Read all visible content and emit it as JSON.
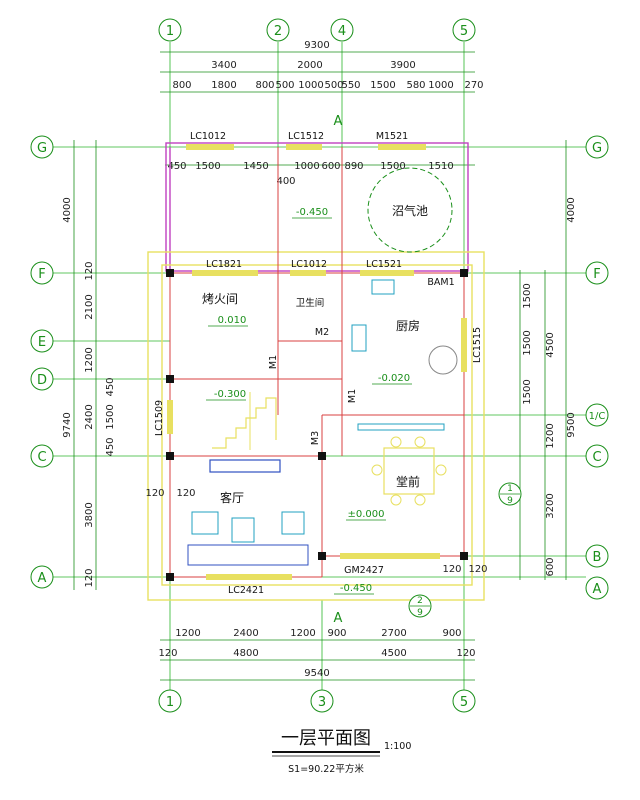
{
  "title": {
    "main": "一层平面图",
    "scale": "1:100",
    "area": "S1=90.22平方米"
  },
  "axes": {
    "top": [
      "1",
      "2",
      "4",
      "5"
    ],
    "bottom": [
      "1",
      "3",
      "5"
    ],
    "left": [
      "G",
      "F",
      "E",
      "D",
      "C",
      "A"
    ],
    "right": [
      "G",
      "F",
      "1/C",
      "C",
      "B",
      "A"
    ]
  },
  "dims": {
    "top_total": "9300",
    "top_mid": [
      "3400",
      "2000",
      "3900"
    ],
    "top_fine": [
      "800",
      "1800",
      "800",
      "500",
      "1000",
      "500",
      "550",
      "1500",
      "580",
      "1000",
      "270"
    ],
    "top_window": [
      "450",
      "1500",
      "1450",
      "1000",
      "600",
      "890",
      "1500",
      "1510"
    ],
    "top_400": "400",
    "bottom_fine": [
      "1200",
      "2400",
      "1200",
      "900",
      "2700",
      "900"
    ],
    "bottom_mid": [
      "120",
      "4800",
      "4500",
      "120"
    ],
    "bottom_total": "9540",
    "left_outer": [
      "4000",
      "9740"
    ],
    "left_inner": [
      "120",
      "2100",
      "1200",
      "450",
      "2400",
      "1500",
      "450",
      "3800",
      "120"
    ],
    "left_row_120": [
      "120",
      "120"
    ],
    "right_outer": [
      "4000",
      "4500",
      "9500"
    ],
    "right_inner": [
      "1500",
      "1500",
      "1500",
      "1200",
      "3200",
      "600"
    ],
    "right_row_120": [
      "120",
      "120"
    ]
  },
  "windows": {
    "lc1012_a": "LC1012",
    "lc1512": "LC1512",
    "m1521": "M1521",
    "lc1821": "LC1821",
    "lc1012_b": "LC1012",
    "lc1521": "LC1521",
    "bam1": "BAM1",
    "lc1515": "LC1515",
    "lc1509": "LC1509",
    "lc2421": "LC2421",
    "gm2427": "GM2427"
  },
  "doors": {
    "m1_a": "M1",
    "m2": "M2",
    "m1_b": "M1",
    "m3": "M3"
  },
  "rooms": {
    "biogas": "沼气池",
    "roasting": "烤火间",
    "toilet": "卫生间",
    "kitchen": "厨房",
    "hall": "堂前",
    "living": "客厅"
  },
  "levels": {
    "biogas": "-0.450",
    "roasting": "0.010",
    "kitchen": "-0.020",
    "stair": "-0.300",
    "hall": "±0.000",
    "outside": "-0.450"
  },
  "section_marks": {
    "a_top": "A",
    "a_bottom": "A"
  },
  "detail_marks": {
    "d1_num": "1",
    "d1_den": "9",
    "d2_num": "2",
    "d2_den": "9"
  },
  "colors": {
    "grid": "#2bb52b",
    "wall": "#d84040",
    "outline": "#e8e060",
    "magenta": "#c040c0",
    "fixture": "#20a0c0"
  }
}
